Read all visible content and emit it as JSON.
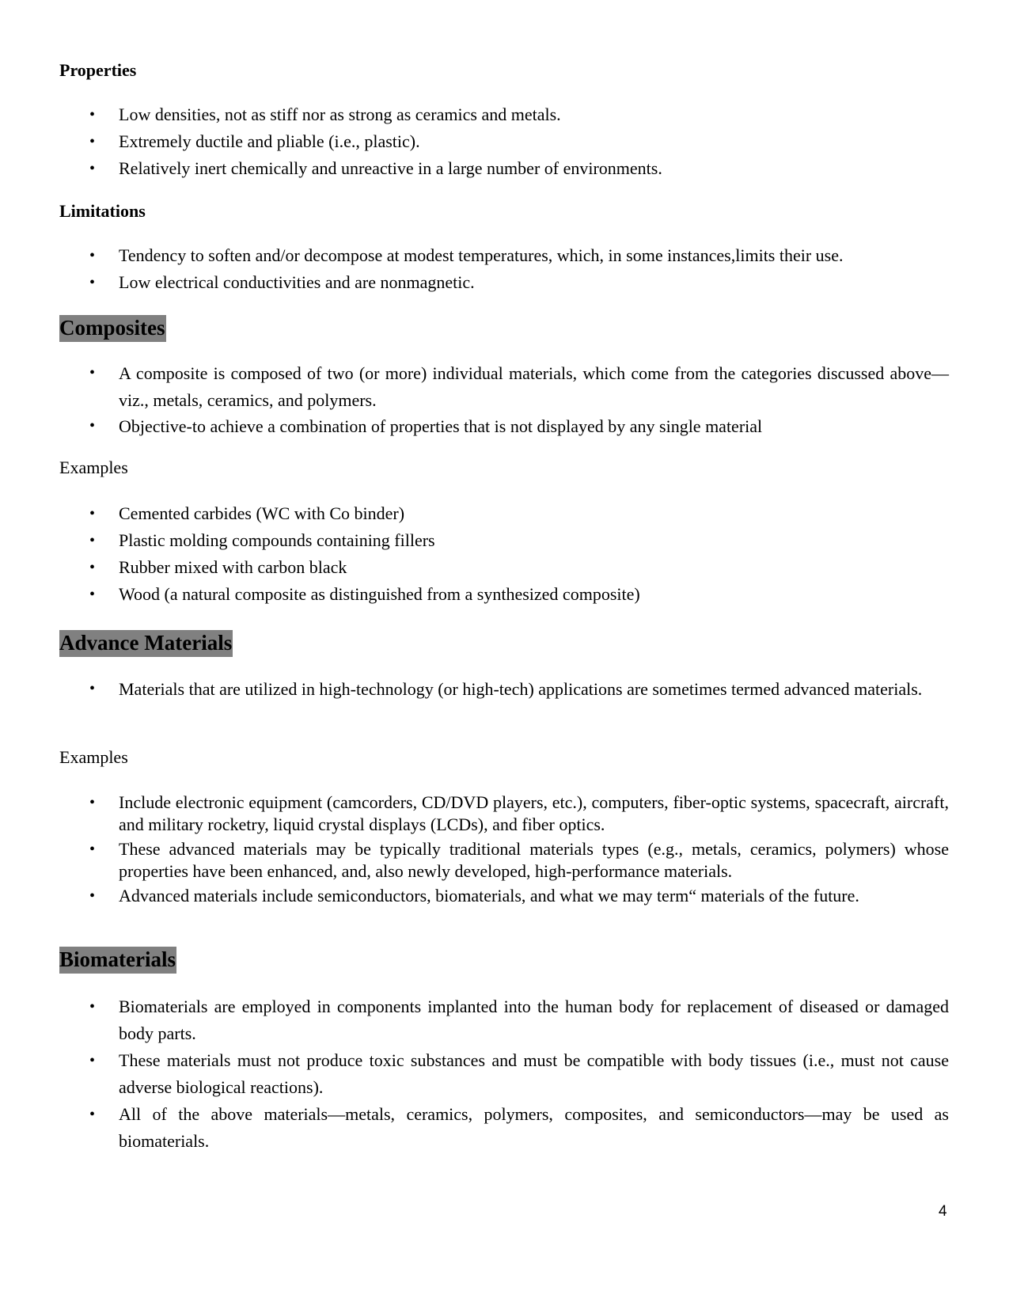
{
  "properties": {
    "heading": "Properties",
    "items": [
      "Low densities, not as stiff nor as strong as  ceramics and metals.",
      "Extremely ductile and pliable (i.e., plastic).",
      "Relatively inert chemically and unreactive in a large number of environments."
    ]
  },
  "limitations": {
    "heading": "Limitations",
    "items": [
      "Tendency to soften and/or decompose at modest temperatures, which, in some instances,limits their use.",
      "Low electrical conductivities and are nonmagnetic."
    ]
  },
  "composites": {
    "title": "Composites",
    "items": [
      "A composite is composed of two (or more) individual materials, which come from the categories discussed above—viz., metals, ceramics, and polymers.",
      "Objective-to achieve a combination of properties that is not displayed by any single material"
    ],
    "examples_label": "Examples",
    "examples": [
      "Cemented carbides (WC with Co binder)",
      "Plastic molding compounds containing fillers",
      "Rubber mixed with carbon black",
      "Wood (a natural composite as distinguished from a synthesized composite)"
    ]
  },
  "advance_materials": {
    "title": "Advance Materials",
    "items": [
      "Materials that are utilized in high-technology (or high-tech) applications are sometimes termed advanced materials."
    ],
    "examples_label": "Examples",
    "examples": [
      "Include electronic equipment (camcorders, CD/DVD players, etc.), computers, fiber-optic systems, spacecraft, aircraft, and military rocketry,  liquid crystal displays (LCDs), and fiber optics.",
      "These advanced materials may be typically traditional materials types (e.g., metals, ceramics, polymers) whose properties have been enhanced, and, also newly developed, high-performance materials.",
      "Advanced materials include semiconductors, biomaterials, and what we may term“ materials of the future."
    ]
  },
  "biomaterials": {
    "title": "Biomaterials",
    "items": [
      "Biomaterials are employed in components implanted into the human body for replacement of diseased or damaged body parts.",
      "These materials must not produce toxic substances and must be compatible with body tissues (i.e., must not cause adverse biological reactions).",
      "All of the above materials—metals, ceramics, polymers, composites, and semiconductors—may be used as biomaterials."
    ]
  },
  "footer": {
    "page_number": "4"
  },
  "colors": {
    "section_highlight": "#808080",
    "text": "#000000",
    "background": "#ffffff"
  },
  "icons": {
    "bullet": "•"
  }
}
